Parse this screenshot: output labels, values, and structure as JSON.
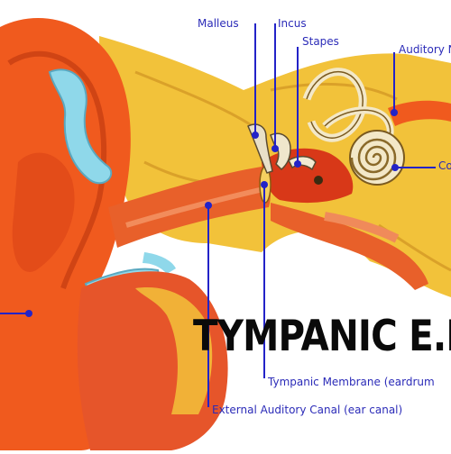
{
  "labels": {
    "malleus": "Malleus",
    "incus": "Incus",
    "stapes": "Stapes",
    "auditory_nerve": "Auditory N",
    "cochlea": "Co",
    "tympanic_membrane": "Tympanic Membrane (eardrum",
    "external_canal": "External Auditory Canal (ear canal)"
  },
  "banner": "TYMPANIC E.P",
  "colors": {
    "label": "#2b2bb8",
    "leader": "#2323c8",
    "skin": "#f05a1e",
    "bone": "#f2c23a",
    "cartilage": "#8fd8ea",
    "tissue": "#e8602a"
  }
}
